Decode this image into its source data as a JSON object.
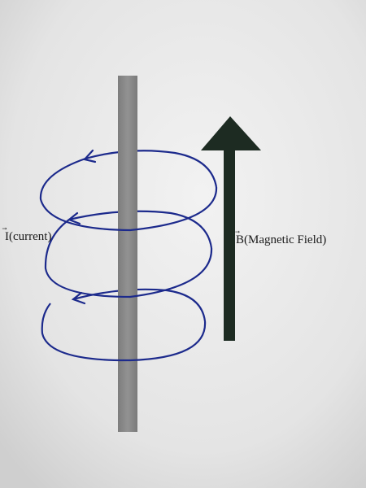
{
  "labels": {
    "current_symbol": "I",
    "current_text": "(current)",
    "field_symbol": "B",
    "field_text": "(Magnetic Field)",
    "vector_mark": "⃗"
  },
  "colors": {
    "background": "#e6e6e6",
    "rod": "#8a8a8a",
    "coil": "#1c2a8c",
    "arrow": "#1d2b22"
  }
}
